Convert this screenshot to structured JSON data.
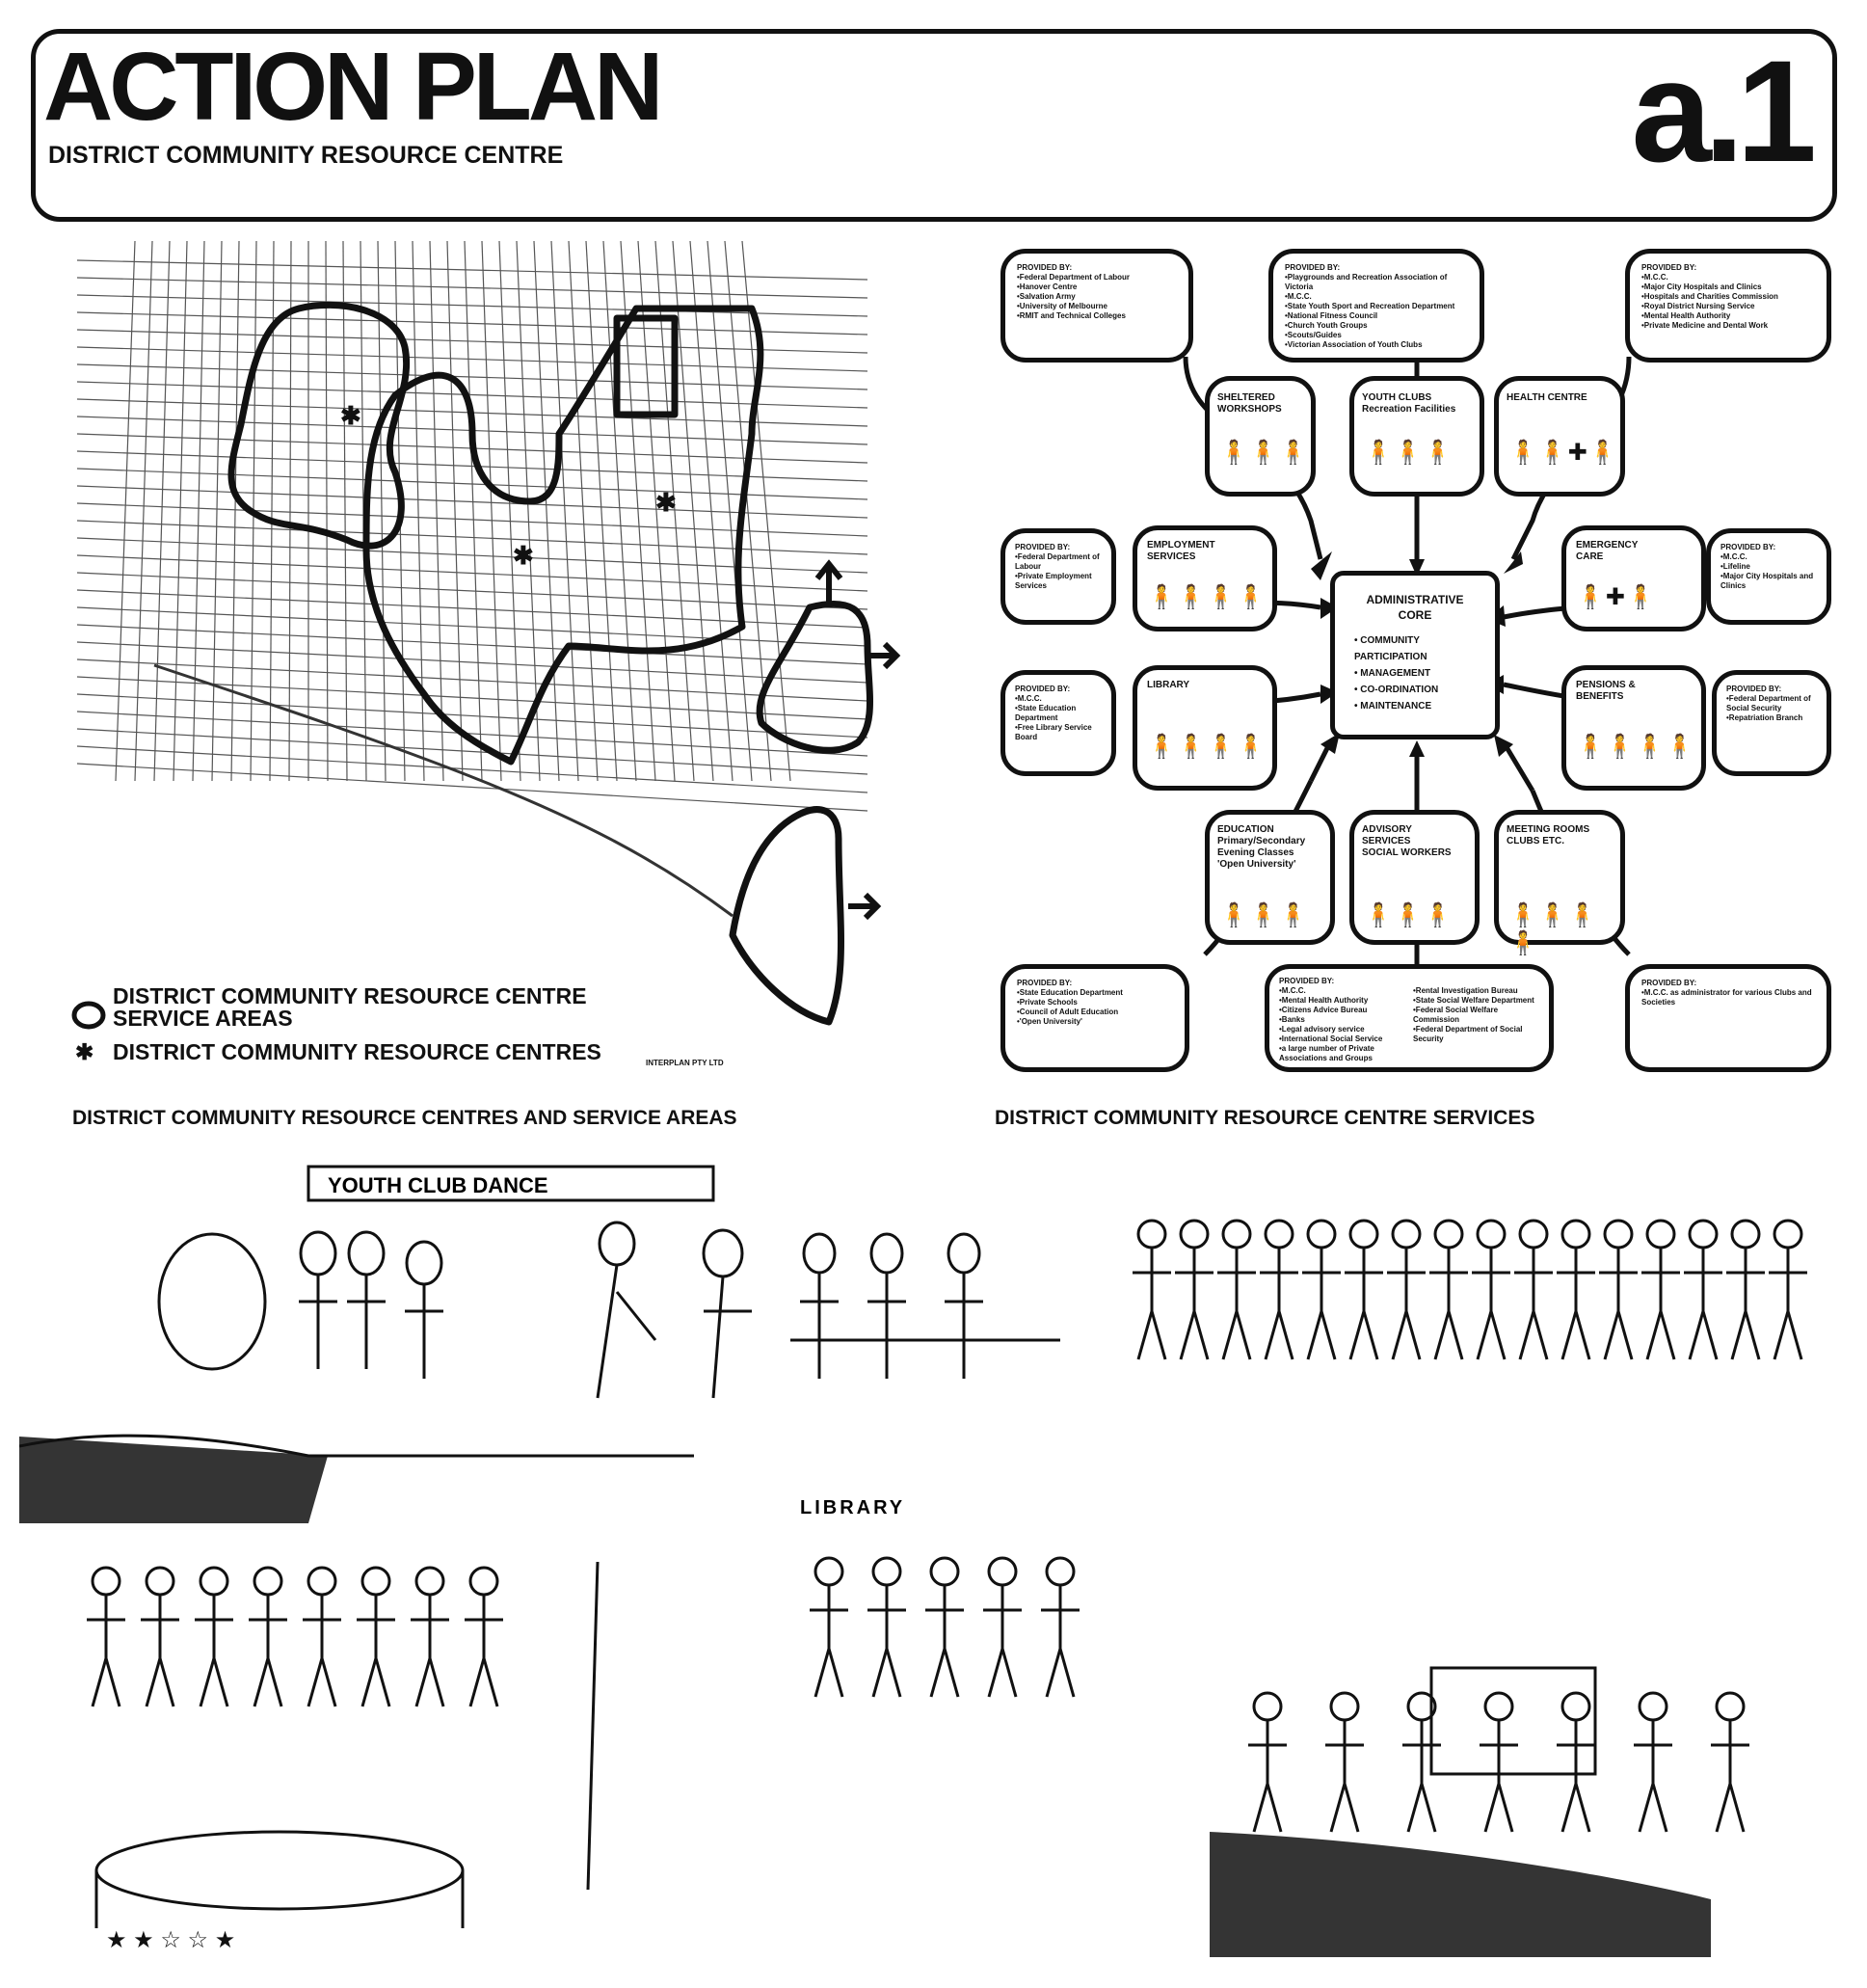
{
  "header": {
    "title": "ACTION PLAN",
    "subtitle": "DISTRICT COMMUNITY RESOURCE CENTRE",
    "code": "a.1"
  },
  "map": {
    "legend_area": "DISTRICT COMMUNITY RESOURCE CENTRE\nSERVICE AREAS",
    "legend_area_line1": "DISTRICT COMMUNITY RESOURCE CENTRE",
    "legend_area_line2": "SERVICE AREAS",
    "legend_centres": "DISTRICT COMMUNITY RESOURCE CENTRES",
    "credit": "INTERPLAN PTY LTD",
    "caption": "DISTRICT COMMUNITY RESOURCE CENTRES AND SERVICE AREAS"
  },
  "services": {
    "caption": "DISTRICT COMMUNITY RESOURCE CENTRE SERVICES",
    "core": {
      "title": "ADMINISTRATIVE\nCORE",
      "items": [
        "• COMMUNITY",
        "PARTICIPATION",
        "• MANAGEMENT",
        "• CO-ORDINATION",
        "• MAINTENANCE"
      ]
    },
    "provided_by": [
      "PROVIDED BY:\n•Federal Department of Labour\n•Hanover Centre\n•Salvation Army\n•University of Melbourne\n•RMIT and Technical Colleges",
      "PROVIDED BY:\n•Playgrounds and Recreation Association of Victoria\n•M.C.C.\n•State Youth Sport and Recreation Department\n•National Fitness Council\n•Church Youth Groups\n•Scouts/Guides\n•Victorian Association of Youth Clubs",
      "PROVIDED BY:\n•M.C.C.\n•Major City Hospitals and Clinics\n•Hospitals and Charities Commission\n•Royal District Nursing Service\n•Mental Health Authority\n•Private Medicine and Dental Work",
      "PROVIDED BY:\n•Federal Department of Labour\n•Private Employment Services",
      "PROVIDED BY:\n•M.C.C.\n•Lifeline\n•Major City Hospitals and Clinics",
      "PROVIDED BY:\n•M.C.C.\n•State Education Department\n•Free Library Service Board",
      "PROVIDED BY:\n•Federal Department of Social Security\n•Repatriation Branch",
      "PROVIDED BY:\n•State Education Department\n•Private Schools\n•Council of Adult Education\n•'Open University'",
      "PROVIDED BY:\n•M.C.C.\n•Mental Health Authority\n•Citizens Advice Bureau\n•Banks\n•Legal advisory service\n•International Social Service\n•a large number of Private Associations and Groups",
      "•Rental Investigation Bureau\n•State Social Welfare Department\n•Federal Social Welfare Commission\n•Federal Department of Social Security",
      "PROVIDED BY:\n•M.C.C. as administrator for various Clubs and Societies"
    ],
    "service_titles": [
      "SHELTERED\nWORKSHOPS",
      "YOUTH CLUBS\nRecreation Facilities",
      "HEALTH CENTRE",
      "EMPLOYMENT\nSERVICES",
      "EMERGENCY\nCARE",
      "LIBRARY",
      "PENSIONS &\nBENEFITS",
      "EDUCATION\nPrimary/Secondary\nEvening Classes\n'Open University'",
      "ADVISORY\nSERVICES\nSOCIAL WORKERS",
      "MEETING ROOMS\nCLUBS ETC."
    ]
  },
  "illustrations": {
    "banner": "YOUTH CLUB DANCE",
    "library_sign": "LIBRARY"
  }
}
